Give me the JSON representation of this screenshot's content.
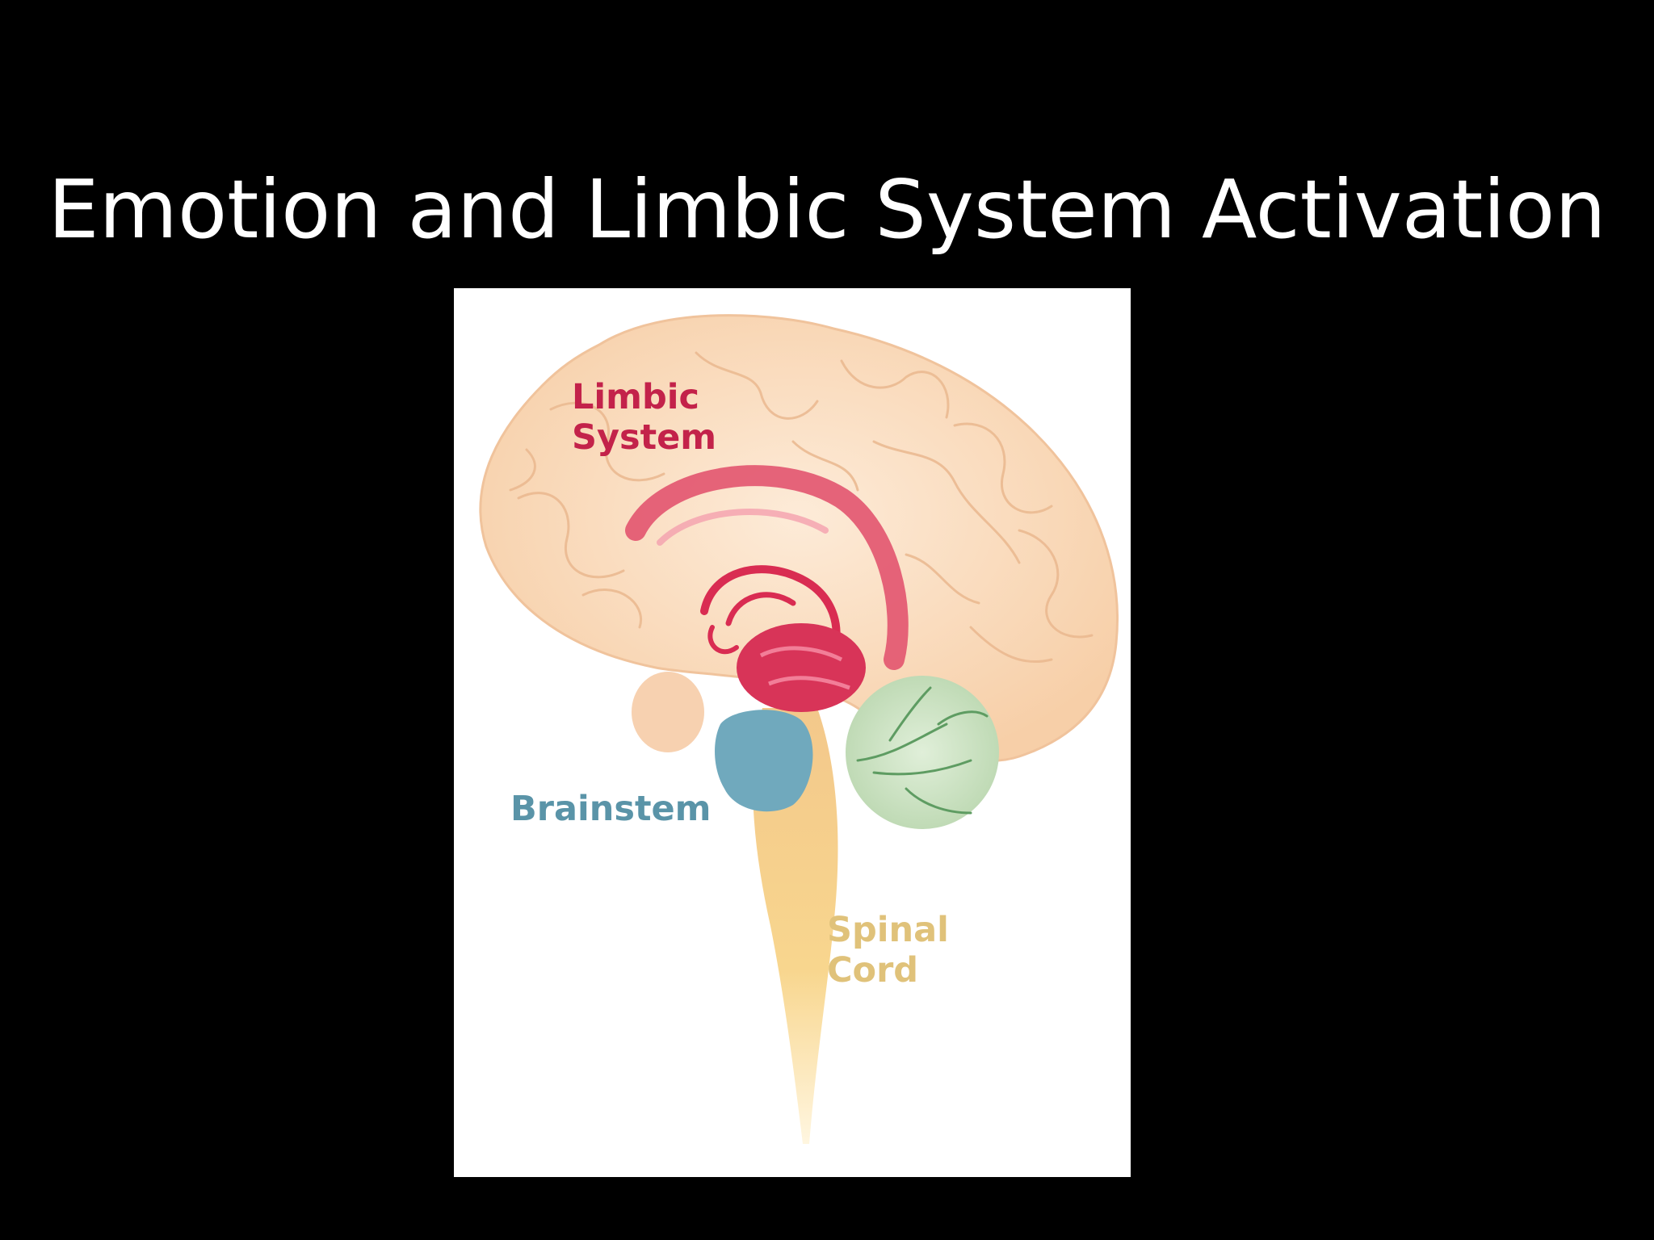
{
  "slide": {
    "title": "Emotion and Limbic System Activation"
  },
  "diagram": {
    "labels": {
      "limbic_line1": "Limbic",
      "limbic_line2": "System",
      "brainstem": "Brainstem",
      "spinal_line1": "Spinal",
      "spinal_line2": "Cord"
    },
    "colors": {
      "background": "#000000",
      "title": "#ffffff",
      "figure_bg": "#ffffff",
      "cerebrum": "#fbe0c6",
      "limbic": "#d6294f",
      "brainstem": "#6ea7bb",
      "cerebellum": "#cfe4c8",
      "spinal_cord": "#f6cf86"
    }
  }
}
